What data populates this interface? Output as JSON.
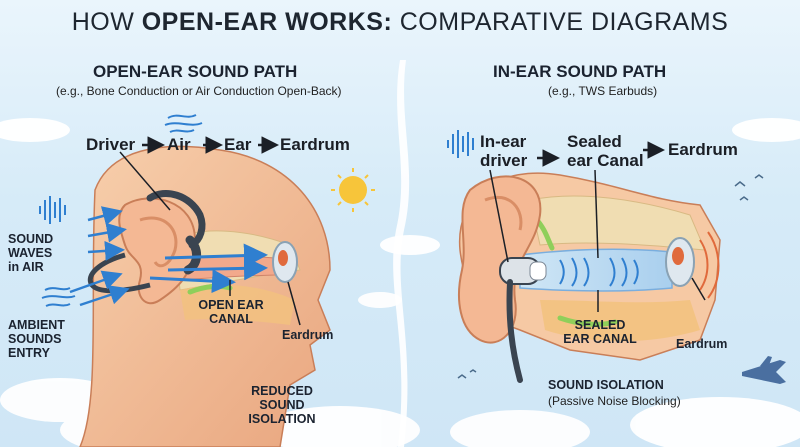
{
  "title": {
    "plain_start": "HOW ",
    "bold": "OPEN-EAR WORKS:",
    "plain_end": " COMPARATIVE DIAGRAMS"
  },
  "left": {
    "heading": "OPEN-EAR SOUND PATH",
    "subheading": "(e.g., Bone Conduction or Air Conduction Open-Back)",
    "flow": [
      "Driver",
      "Air",
      "Ear",
      "Eardrum"
    ],
    "flow_arrow": "→",
    "labels": {
      "sound_waves": [
        "SOUND",
        "WAVES",
        "in AIR"
      ],
      "ambient": [
        "AMBIENT",
        "SOUNDS",
        "ENTRY"
      ],
      "open_canal": [
        "OPEN EAR",
        "CANAL"
      ],
      "eardrum": "Eardrum",
      "reduced": [
        "REDUCED",
        "SOUND",
        "ISOLATION"
      ]
    }
  },
  "right": {
    "heading": "IN-EAR SOUND PATH",
    "subheading": "(e.g., TWS Earbuds)",
    "flow": [
      [
        "In-ear",
        "driver"
      ],
      [
        "Sealed",
        "ear Canal"
      ],
      [
        "Eardrum"
      ]
    ],
    "flow_arrow": "→",
    "labels": {
      "sealed": [
        "SEALED",
        "EAR CANAL"
      ],
      "eardrum": "Eardrum",
      "isolation": "SOUND ISOLATION",
      "isolation_sub": "(Passive Noise Blocking)"
    }
  },
  "colors": {
    "sky": "#d6ebf8",
    "skin": "#f3c09a",
    "skin_dark": "#d98e66",
    "bone": "#f0ddb2",
    "canal": "#f2a98c",
    "wave_blue": "#2f7fd0",
    "device": "#3a4450",
    "eardrum": "#e06a3c"
  }
}
